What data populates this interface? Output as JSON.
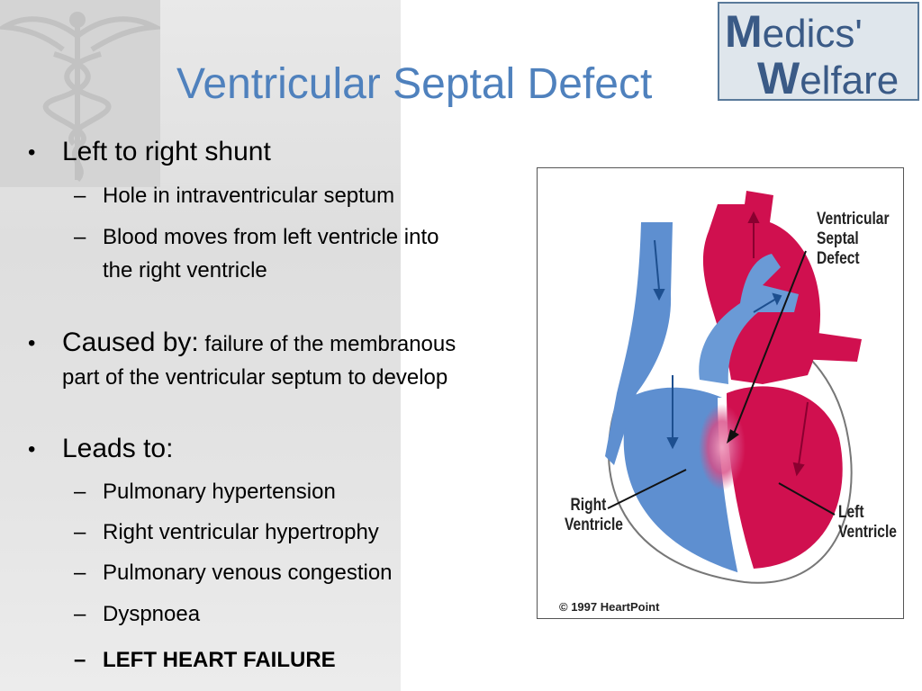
{
  "slide": {
    "title": "Ventricular Septal Defect",
    "logo": {
      "line1_initial": "M",
      "line1_rest": "edics'",
      "line2_initial": "W",
      "line2_rest": "elfare"
    },
    "bullets": [
      {
        "text": "Left to right shunt",
        "subs": [
          "Hole in intraventricular septum",
          "Blood moves from left ventricle into",
          "the right ventricle"
        ]
      },
      {
        "label": "Caused by:",
        "text": " failure of the membranous",
        "text_line2": "part of the ventricular septum to develop"
      },
      {
        "text": "Leads to:",
        "subs": [
          "Pulmonary hypertension",
          "Right ventricular hypertrophy",
          "Pulmonary venous congestion",
          "Dyspnoea",
          "LEFT HEART FAILURE"
        ]
      }
    ],
    "bullet_symbol": "•",
    "dash_symbol": "–"
  },
  "diagram": {
    "labels": {
      "vsd_line1": "Ventricular",
      "vsd_line2": "Septal",
      "vsd_line3": "Defect",
      "rv_line1": "Right",
      "rv_line2": "Ventricle",
      "lv_line1": "Left",
      "lv_line2": "Ventricle"
    },
    "copyright": "© 1997 HeartPoint",
    "colors": {
      "oxygenated": "#d0104f",
      "deoxygenated": "#5e8fd0",
      "defect_glow": "#e06a9a"
    }
  }
}
